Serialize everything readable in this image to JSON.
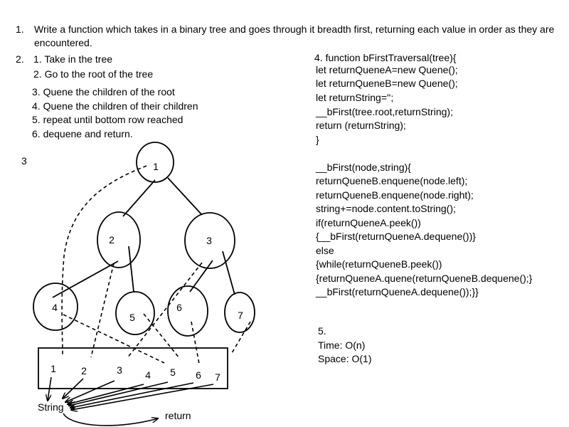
{
  "question1": {
    "number": "1.",
    "text": "Write a function which takes in a binary tree and goes through it breadth first, returning each value in order as they are encountered."
  },
  "question2": {
    "number": "2.",
    "steps": [
      "1. Take in the tree",
      "2. Go to the root of the tree",
      "3. Quene the children of the root",
      "4. Quene the children of their children",
      "5. repeat until bottom row reached",
      "6. dequene and return."
    ]
  },
  "question3": {
    "number": "3"
  },
  "diagram": {
    "nodes": [
      "1",
      "2",
      "3",
      "4",
      "5",
      "6",
      "7"
    ],
    "queue": [
      "1",
      "2",
      "3",
      "4",
      "5",
      "6",
      "7"
    ],
    "string_label": "String",
    "return_label": "return"
  },
  "question4": {
    "code": [
      "4. function bFirstTraversal(tree){",
      "let returnQueneA=new Quene();",
      "let returnQueneB=new Quene();",
      "let returnString='';",
      "__bFirst(tree.root,returnString);",
      "return (returnString);",
      "}",
      "",
      "__bFirst(node,string){",
      "returnQueneB.enquene(node.left);",
      "returnQueneB.enquene(node.right);",
      "string+=node.content.toString();",
      "if(returnQueneA.peek())",
      "{__bFirst(returnQueneA.dequene())}",
      "else",
      "{while(returnQueneB.peek())",
      "{returnQueneA.quene(returnQueneB.dequene();}",
      "__bFirst(returnQueneA.dequene());}}"
    ]
  },
  "question5": {
    "number": "5.",
    "time": "Time: O(n)",
    "space": "Space: O(1)"
  }
}
